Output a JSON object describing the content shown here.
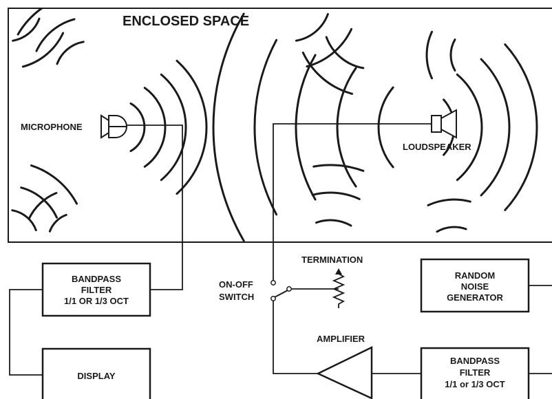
{
  "room": {
    "label": "ENCLOSED SPACE"
  },
  "microphone": {
    "label": "MICROPHONE"
  },
  "loudspeaker": {
    "label": "LOUDSPEAKER"
  },
  "termination": {
    "label": "TERMINATION"
  },
  "switch": {
    "line1": "ON-OFF",
    "line2": "SWITCH"
  },
  "amplifier": {
    "label": "AMPLIFIER"
  },
  "bandpass_filter_receive": {
    "line1": "BANDPASS",
    "line2": "FILTER",
    "line3": "1/1 OR 1/3 OCT"
  },
  "display": {
    "label": "DISPLAY"
  },
  "random_noise_generator": {
    "line1": "RANDOM",
    "line2": "NOISE",
    "line3": "GENERATOR"
  },
  "bandpass_filter_source": {
    "line1": "BANDPASS",
    "line2": "FILTER",
    "line3": "1/1 or 1/3 OCT"
  }
}
